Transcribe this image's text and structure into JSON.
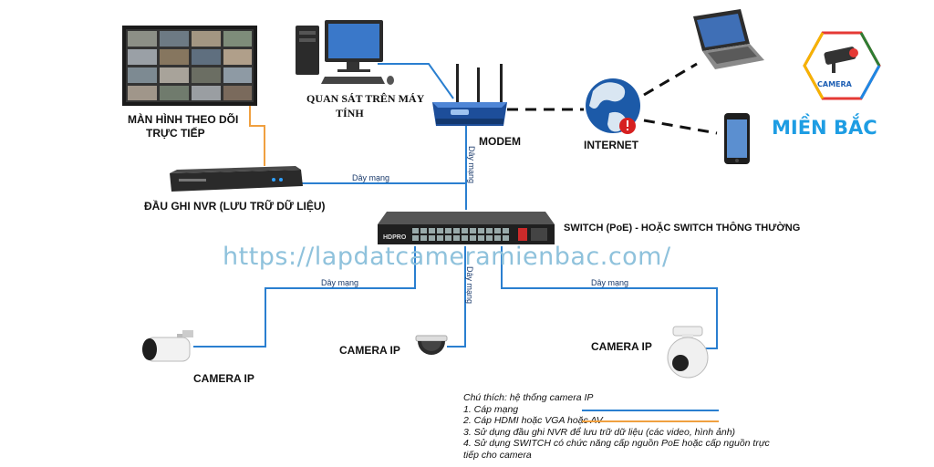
{
  "labels": {
    "monitor": [
      "MÀN HÌNH THEO DÕI",
      "TRỰC TIẾP"
    ],
    "pc": [
      "QUAN SÁT TRÊN MÁY",
      "TÍNH"
    ],
    "modem": "MODEM",
    "internet": "INTERNET",
    "nvr": "ĐẦU GHI NVR (LƯU TRỮ DỮ LIỆU)",
    "switch": "SWITCH (PoE) - HOẶC SWITCH THÔNG THƯỜNG",
    "camera_left": "CAMERA IP",
    "camera_center": "CAMERA IP",
    "camera_right": "CAMERA IP"
  },
  "cable_labels": {
    "nvr_switch": "Dây mạng",
    "modem_switch": "Dây mạng",
    "switch_left": "Dây mạng",
    "switch_center": "Dây mạng",
    "switch_right": "Dây mạng"
  },
  "switch_brand": "HDPRO",
  "watermark": "https://lapdatcameramienbac.com/",
  "logo": {
    "icon_text": "CAMERA",
    "brand": "MIỀN BẮC"
  },
  "legend": {
    "title": "Chú thích: hệ thống camera IP",
    "items": [
      "1. Cáp mạng",
      "2. Cáp HDMI hoặc VGA hoặc AV",
      "3. Sử dụng đầu ghi NVR để lưu trữ dữ liệu (các video, hình ảnh)",
      "4. Sử dụng SWITCH có chức năng cấp nguồn PoE hoặc cấp nguồn trực",
      "tiếp cho camera"
    ]
  },
  "colors": {
    "network_cable": "#2a7fd0",
    "hdmi_cable": "#f0a040",
    "wireless": "#111111",
    "watermark": "#8fc2dc",
    "brand": "#1e9de3"
  }
}
